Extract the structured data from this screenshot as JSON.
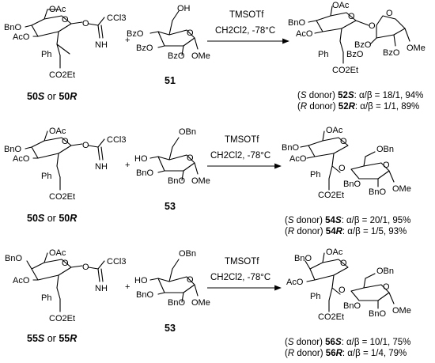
{
  "glycoside_labels": {
    "tca_donor": [
      "BnO",
      "AcO",
      "OAc",
      "O",
      "O",
      "CCl3",
      "NH",
      "Ph",
      "CO2Et"
    ],
    "galacto_donor": [
      "BnO",
      "AcO",
      "OAc",
      "O",
      "O",
      "CCl3",
      "NH",
      "Ph",
      "CO2Et"
    ],
    "bz_acceptor": [
      "OH",
      "BzO",
      "BzO",
      "BzO",
      "O",
      "OMe"
    ],
    "bn_acceptor": [
      "HO",
      "BnO",
      "BnO",
      "OBn",
      "O",
      "OMe"
    ],
    "plus": "+"
  },
  "reactions": [
    {
      "donor_label": [
        "50",
        "S",
        " or ",
        "50",
        "R"
      ],
      "acceptor_label": "51",
      "reagent": "TMSOTf",
      "conditions": "CH2Cl2, -78°C",
      "product_label_s": [
        "(",
        "S",
        " donor) ",
        "52",
        "S",
        ": α/β = 18/1, 94%"
      ],
      "product_label_r": [
        "(",
        "R",
        " donor) ",
        "52",
        "R",
        ": α/β = 1/1, 89%"
      ]
    },
    {
      "donor_label": [
        "50",
        "S",
        " or ",
        "50",
        "R"
      ],
      "acceptor_label": "53",
      "reagent": "TMSOTf",
      "conditions": "CH2Cl2, -78°C",
      "product_label_s": [
        "(",
        "S",
        " donor) ",
        "54",
        "S",
        ": α/β = 20/1, 95%"
      ],
      "product_label_r": [
        "(",
        "R",
        " donor) ",
        "54",
        "R",
        ": α/β = 1/5, 93%"
      ]
    },
    {
      "donor_label": [
        "55",
        "S",
        " or ",
        "55",
        "R"
      ],
      "acceptor_label": "53",
      "reagent": "TMSOTf",
      "conditions": "CH2Cl2, -78°C",
      "product_label_s": [
        "(",
        "S",
        " donor) ",
        "56",
        "S",
        ": α/β = 10/1, 75%"
      ],
      "product_label_r": [
        "(",
        "R",
        " donor) ",
        "56",
        "R",
        ": α/β = 1/4, 79%"
      ]
    }
  ],
  "product_labels": {
    "p1": [
      "OAc",
      "O",
      "BnO",
      "AcO",
      "O",
      "O",
      "Ph",
      "CO2Et",
      "BzO",
      "BzO",
      "BzO",
      "O",
      "OMe"
    ],
    "p2": [
      "OAc",
      "O",
      "BnO",
      "AcO",
      "O",
      "O",
      "Ph",
      "CO2Et",
      "OBn",
      "BnO",
      "BnO",
      "O",
      "OMe"
    ],
    "p3": [
      "BnO",
      "OAc",
      "O",
      "AcO",
      "O",
      "O",
      "Ph",
      "CO2Et",
      "OBn",
      "BnO",
      "BnO",
      "O",
      "OMe"
    ]
  }
}
